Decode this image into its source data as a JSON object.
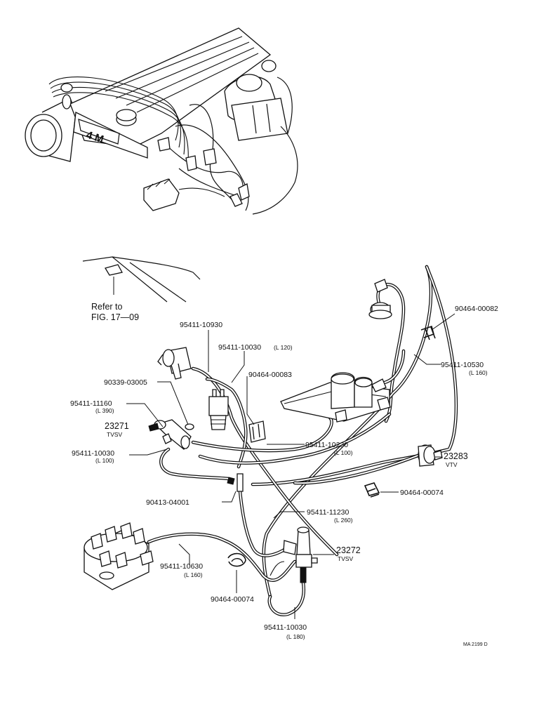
{
  "labels": {
    "hose_10930": "95411-10930",
    "hose_10030_120": "95411-10030",
    "hose_10030_120_len": "(L   120)",
    "clamp_00083": "90464-00083",
    "clamp_00082": "90464-00082",
    "hose_10530": "95411-10530",
    "hose_10530_len": "(L   160)",
    "gasket_03005": "90339-03005",
    "hose_11160": "95411-11160",
    "hose_11160_len": "(L   390)",
    "tvsv_23271_code": "23271",
    "tvsv_23271_name": "TVSV",
    "hose_10230": "95411-10230",
    "hose_10230_len": "(L   100)",
    "hose_10030_100": "95411-10030",
    "hose_10030_100_len": "(L   100)",
    "vtv_23283_code": "23283",
    "vtv_23283_name": "VTV",
    "clamp_00074_right": "90464-00074",
    "union_04001": "90413-04001",
    "hose_11230": "95411-11230",
    "hose_11230_len": "(L   260)",
    "tvsv_23272_code": "23272",
    "tvsv_23272_name": "TVSV",
    "hose_10630": "95411-10630",
    "hose_10630_len": "(L   160)",
    "clamp_00074_bottom": "90464-00074",
    "hose_10030_180": "95411-10030",
    "hose_10030_180_len": "(L   180)",
    "drawing_code": "MA 2199 D",
    "refer_line1": "Refer to",
    "refer_line2": "FIG. 17—09",
    "engine_badge": "4 M"
  },
  "colors": {
    "ink": "#111111",
    "paper": "#ffffff"
  }
}
